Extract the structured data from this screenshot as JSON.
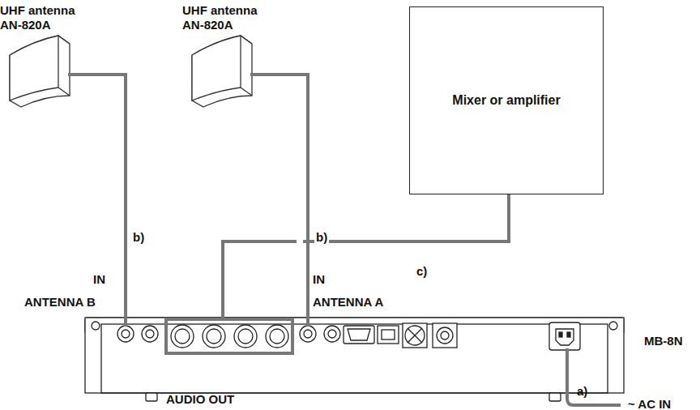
{
  "diagram": {
    "nodes": [
      {
        "text": [
          "UHF antenna AN-820A"
        ]
      },
      {
        "text": [
          "UHF antenna AN-820A"
        ]
      },
      {
        "text": [
          "Mixer or amplifier"
        ]
      },
      {
        "text": [
          "MB-8N"
        ]
      }
    ],
    "edges": [
      {
        "from": 0,
        "to": 3,
        "arrow": "none",
        "label": "b)"
      },
      {
        "from": 1,
        "to": 3,
        "arrow": "none",
        "label": "b)"
      },
      {
        "from": 2,
        "to": 3,
        "arrow": "none",
        "label": "c)"
      }
    ],
    "labels": [
      "IN",
      "ANTENNA B",
      "IN",
      "ANTENNA A",
      "AUDIO OUT",
      "a)",
      "~ AC IN"
    ]
  }
}
